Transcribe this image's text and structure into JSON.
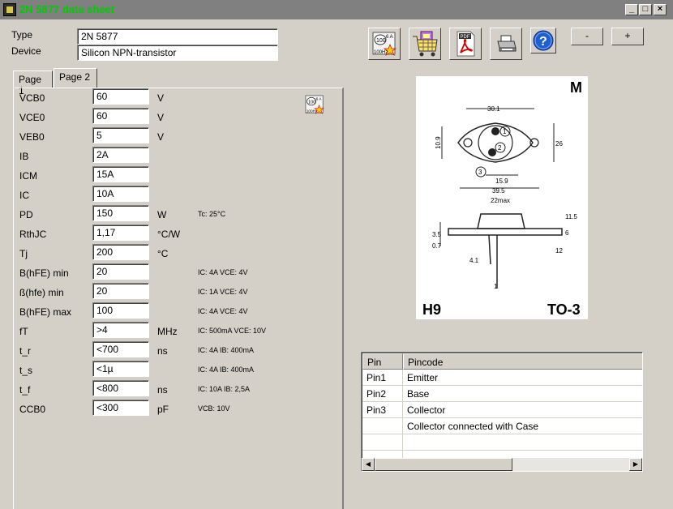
{
  "window": {
    "title": "2N 5877 data sheet"
  },
  "header": {
    "type_label": "Type",
    "type_value": "2N 5877",
    "device_label": "Device",
    "device_value": "Silicon NPN-transistor"
  },
  "toolbar": {
    "minus_label": "-",
    "plus_label": "+"
  },
  "tabs": [
    {
      "label": "Page 1"
    },
    {
      "label": "Page 2"
    }
  ],
  "params": [
    {
      "name": "VCB0",
      "value": "60",
      "unit": "V",
      "cond": ""
    },
    {
      "name": "VCE0",
      "value": "60",
      "unit": "V",
      "cond": ""
    },
    {
      "name": "VEB0",
      "value": "5",
      "unit": "V",
      "cond": ""
    },
    {
      "name": "IB",
      "value": "2A",
      "unit": "",
      "cond": ""
    },
    {
      "name": "ICM",
      "value": "15A",
      "unit": "",
      "cond": ""
    },
    {
      "name": "IC",
      "value": "10A",
      "unit": "",
      "cond": ""
    },
    {
      "name": "PD",
      "value": "150",
      "unit": "W",
      "cond": "Tc: 25°C"
    },
    {
      "name": "RthJC",
      "value": "1,17",
      "unit": "°C/W",
      "cond": ""
    },
    {
      "name": "Tj",
      "value": "200",
      "unit": "°C",
      "cond": ""
    },
    {
      "name": "B(hFE) min",
      "value": "20",
      "unit": "",
      "cond": "IC: 4A VCE: 4V"
    },
    {
      "name": "ß(hfe) min",
      "value": "20",
      "unit": "",
      "cond": "IC: 1A VCE: 4V"
    },
    {
      "name": "B(hFE) max",
      "value": "100",
      "unit": "",
      "cond": "IC: 4A VCE: 4V"
    },
    {
      "name": "fT",
      "value": ">4",
      "unit": "MHz",
      "cond": "IC: 500mA VCE: 10V"
    },
    {
      "name": "t_r",
      "value": "<700",
      "unit": "ns",
      "cond": "IC: 4A IB: 400mA"
    },
    {
      "name": "t_s",
      "value": "<1µ",
      "unit": "",
      "cond": "IC: 4A IB: 400mA"
    },
    {
      "name": "t_f",
      "value": "<800",
      "unit": "ns",
      "cond": "IC: 10A IB: 2,5A"
    },
    {
      "name": "CCB0",
      "value": "<300",
      "unit": "pF",
      "cond": "VCB: 10V"
    }
  ],
  "package": {
    "corner_letter": "M",
    "code": "H9",
    "name": "TO-3",
    "dim_width": "30.1",
    "dim_height": "10.9",
    "dim_hole": "26",
    "dim_span": "15.9",
    "dim_total": "39.5",
    "dim_cap": "22max",
    "dim_side1": "11.5",
    "dim_side2": "6",
    "dim_lead": "12",
    "dim_flange1": "3.5",
    "dim_flange2": "0.7",
    "dim_pin": "4.1",
    "dim_pin2": "1",
    "pin1": "1",
    "pin2": "2",
    "pin3": "3"
  },
  "pin_table": {
    "col_pin": "Pin",
    "col_code": "Pincode",
    "rows": [
      {
        "pin": "Pin1",
        "code": "Emitter"
      },
      {
        "pin": "Pin2",
        "code": "Base"
      },
      {
        "pin": "Pin3",
        "code": "Collector"
      },
      {
        "pin": "",
        "code": "Collector connected with Case"
      }
    ]
  },
  "icons": {
    "app": "transistor-app-icon",
    "calculator": "calculator-icon",
    "cart": "shopping-cart-icon",
    "pdf": "pdf-icon",
    "print": "printer-icon",
    "help": "help-icon"
  }
}
